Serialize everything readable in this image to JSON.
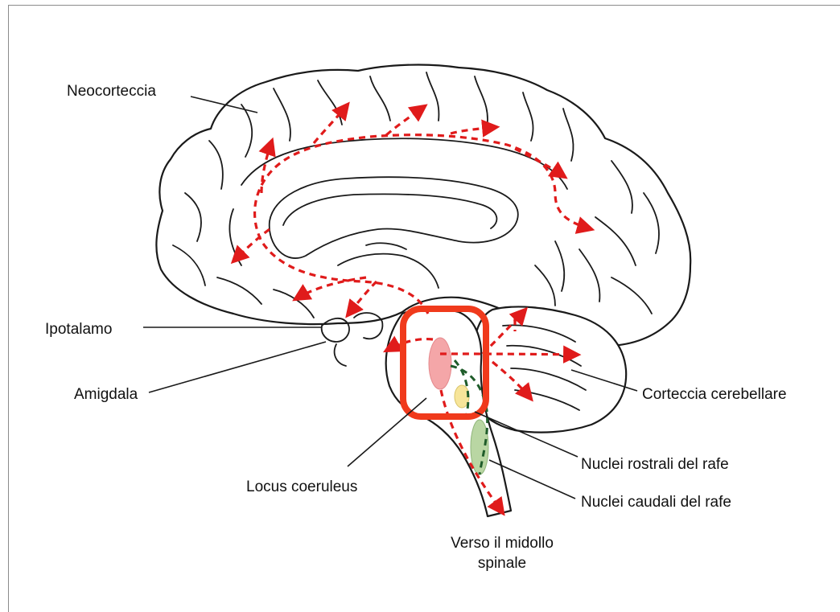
{
  "labels": {
    "neocortex": "Neocorteccia",
    "hypothalamus": "Ipotalamo",
    "amygdala": "Amigdala",
    "locus_coeruleus": "Locus coeruleus",
    "cerebellar_cortex": "Corteccia cerebellare",
    "rostral_raphe": "Nuclei rostrali del rafe",
    "caudal_raphe": "Nuclei caudali del rafe",
    "spinal_line1": "Verso il midollo",
    "spinal_line2": "spinale"
  },
  "colors": {
    "pathway": "#e01b1b",
    "raphe_pathway": "#1f5c2a",
    "highlight": "#f03a1c",
    "locus_coeruleus_fill": "#f4a6a8",
    "rostral_raphe_fill": "#f7e59a",
    "caudal_raphe_fill": "#b9d6a3"
  }
}
